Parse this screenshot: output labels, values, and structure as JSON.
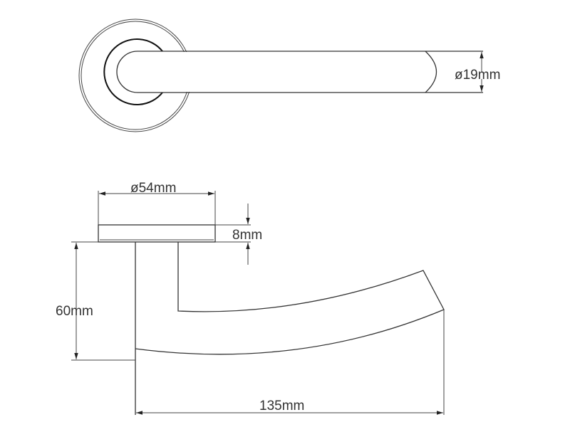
{
  "labels": {
    "lever_diameter": "ø19mm",
    "rose_diameter": "ø54mm",
    "rose_thickness": "8mm",
    "height": "60mm",
    "length": "135mm"
  },
  "colors": {
    "line": "#333333",
    "background": "#ffffff"
  }
}
